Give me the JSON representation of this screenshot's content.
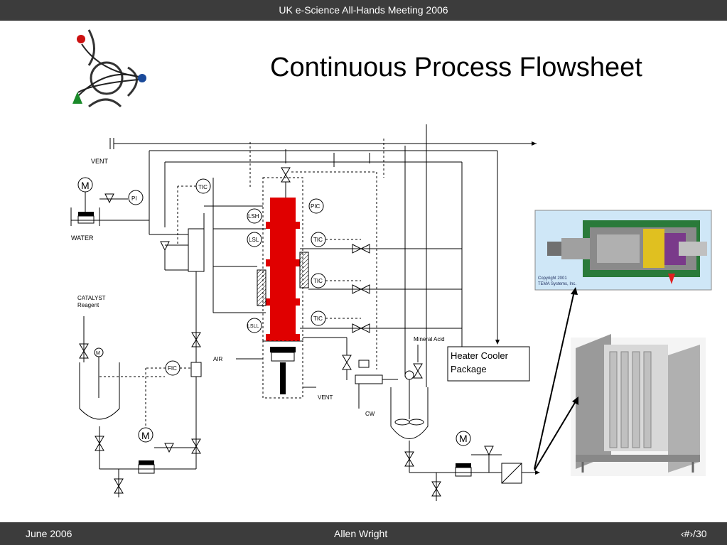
{
  "header": {
    "text": "UK e-Science All-Hands Meeting 2006"
  },
  "title": "Continuous Process Flowsheet",
  "footer": {
    "date": "June 2006",
    "author": "Allen Wright",
    "page": "‹#›/30"
  },
  "diagram": {
    "vent_top": "VENT",
    "water": "WATER",
    "catalyst": "CATALYST",
    "reagent": "Reagent",
    "air": "AIR",
    "vent_bottom": "VENT",
    "mineral_acid": "Mineral Acid",
    "cw": "CW",
    "heater_cooler_1": "Heater Cooler",
    "heater_cooler_2": "Package",
    "copyright_1": "Copyright 2001",
    "copyright_2": "TEMA Systems, Inc.",
    "motor": "M",
    "instruments": {
      "tic": "TIC",
      "pi": "PI",
      "pic": "PIC",
      "lsh": "LSH",
      "lsl": "LSL",
      "lsll": "LSLL",
      "fic": "FIC"
    }
  },
  "colors": {
    "bar": "#3c3c3c",
    "reactor": "#e00000",
    "logo_red": "#cc1111",
    "logo_blue": "#1a4a9a",
    "logo_green": "#1a8a2a"
  }
}
